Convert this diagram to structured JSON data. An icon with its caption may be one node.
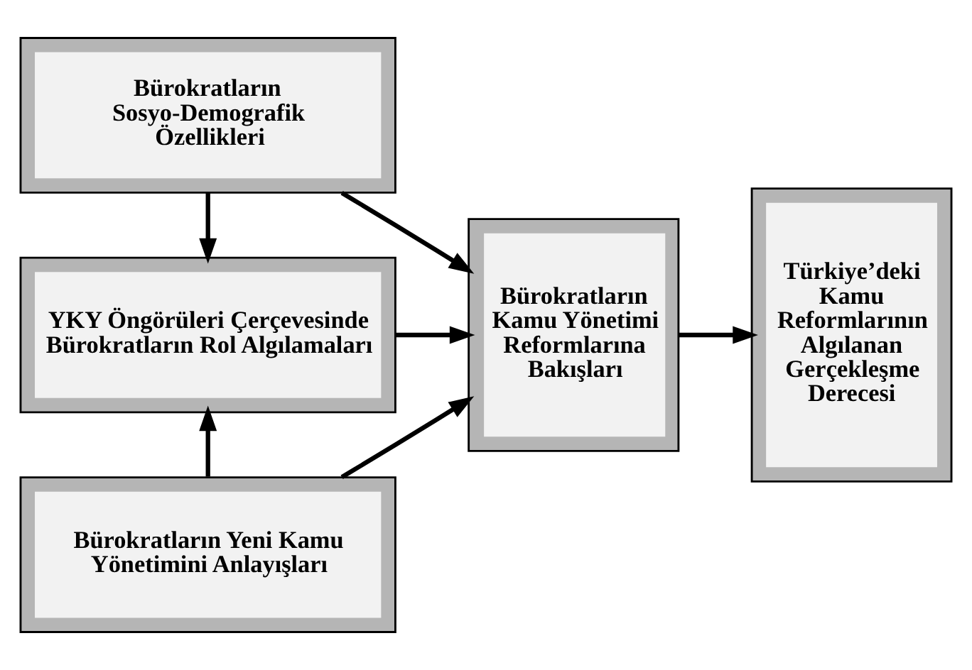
{
  "diagram": {
    "nodes": [
      {
        "text": [
          "Bürokratların Sosyo-Demografik Özellikleri"
        ]
      },
      {
        "text": [
          "YKY Öngörüleri Çerçevesinde Bürokratların Rol Algılamaları"
        ]
      },
      {
        "text": [
          "Bürokratların Yeni Kamu Yönetimini Anlayışları"
        ]
      },
      {
        "text": [
          "Bürokratların Kamu Yönetimi Reformlarına Bakışları"
        ]
      },
      {
        "text": [
          "Türkiye’deki Kamu Reformlarının Algılanan Gerçekleşme Derecesi"
        ]
      }
    ],
    "edges": [
      {
        "from": 0,
        "to": 1,
        "arrow": "to"
      },
      {
        "from": 2,
        "to": 1,
        "arrow": "to"
      },
      {
        "from": 0,
        "to": 3,
        "arrow": "to"
      },
      {
        "from": 1,
        "to": 3,
        "arrow": "to"
      },
      {
        "from": 2,
        "to": 3,
        "arrow": "to"
      },
      {
        "from": 3,
        "to": 4,
        "arrow": "to"
      }
    ]
  }
}
